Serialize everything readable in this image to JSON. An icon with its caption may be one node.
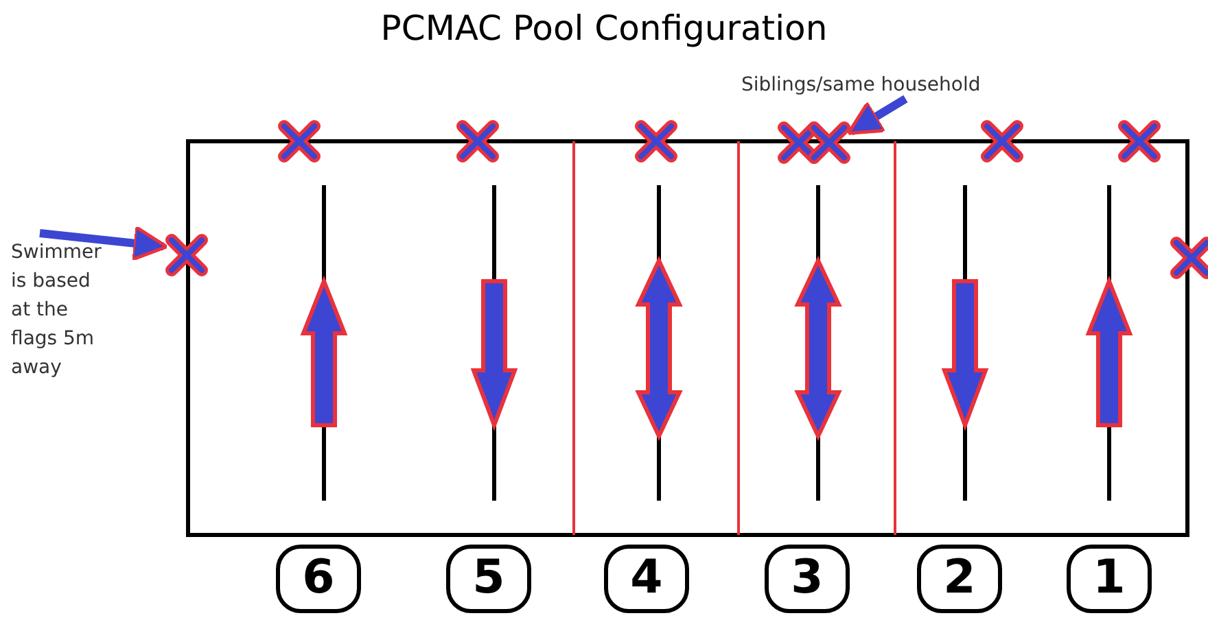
{
  "diagram": {
    "title": "PCMAC Pool Configuration",
    "nodes": [
      {
        "text": [
          "Siblings/same household"
        ]
      },
      {
        "text": [],
        "shape": "cross"
      },
      {
        "text": [
          "Swimmer is based at the flags 5m away"
        ]
      },
      {
        "text": [],
        "shape": "cross"
      },
      {
        "text": [
          "6"
        ]
      },
      {
        "text": [
          "5"
        ]
      },
      {
        "text": [
          "4"
        ]
      },
      {
        "text": [
          "3"
        ]
      },
      {
        "text": [
          "2"
        ]
      },
      {
        "text": [
          "1"
        ]
      }
    ],
    "edges": [
      {
        "from": 0,
        "to": 1,
        "arrow": "to"
      },
      {
        "from": 2,
        "to": 3,
        "arrow": "to"
      }
    ]
  }
}
